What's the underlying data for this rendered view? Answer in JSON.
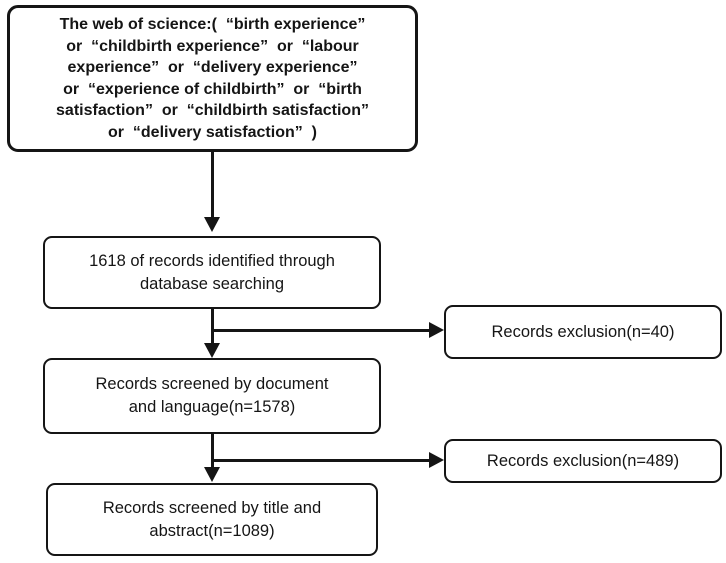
{
  "diagram": {
    "type": "flow-diagram",
    "colors": {
      "line": "#151515",
      "text": "#151515",
      "background": "#ffffff"
    },
    "nodes": {
      "query": {
        "label": "The web of science:(  “birth experience”\nor  “childbirth experience”  or  “labour\nexperience”  or  “delivery experience”\nor  “experience of childbirth”  or  “birth\nsatisfaction”  or  “childbirth satisfaction”\nor  “delivery satisfaction”  )"
      },
      "identified": {
        "label": "1618 of records identified through\ndatabase searching",
        "count": 1618
      },
      "screened_language": {
        "label": "Records screened by document\nand language(n=1578)",
        "count": 1578
      },
      "screened_title": {
        "label": "Records screened by title and\nabstract(n=1089)",
        "count": 1089
      },
      "exclusion_1": {
        "label": "Records exclusion(n=40)",
        "count": 40
      },
      "exclusion_2": {
        "label": "Records exclusion(n=489)",
        "count": 489
      }
    },
    "edges": [
      {
        "from": "query",
        "to": "identified",
        "style": "arrow-down"
      },
      {
        "from": "identified",
        "to": "screened_language",
        "style": "arrow-down"
      },
      {
        "from": "identified",
        "to": "exclusion_1",
        "style": "arrow-right-branch"
      },
      {
        "from": "screened_language",
        "to": "screened_title",
        "style": "arrow-down"
      },
      {
        "from": "screened_language",
        "to": "exclusion_2",
        "style": "arrow-right-branch"
      }
    ]
  }
}
